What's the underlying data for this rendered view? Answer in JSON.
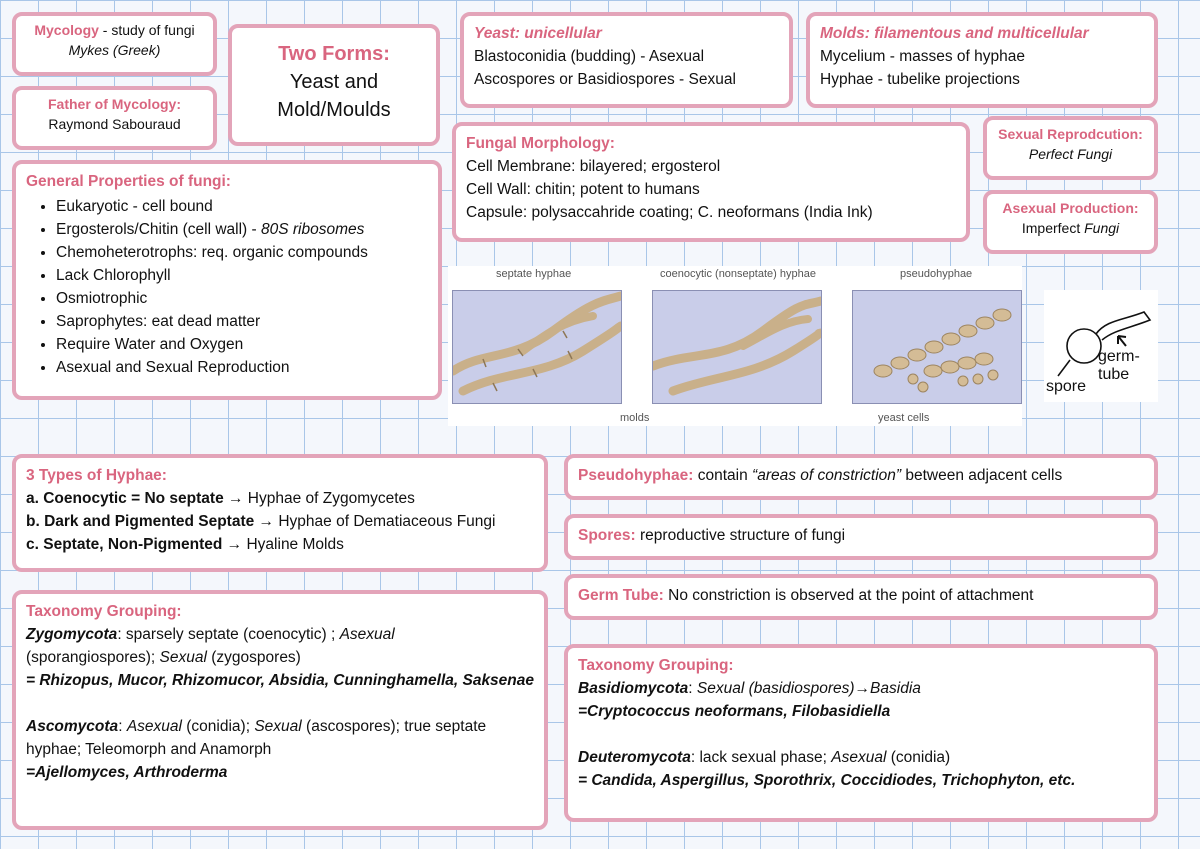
{
  "mycology": {
    "term": "Mycology",
    "dash": " -  study of fungi",
    "origin": "Mykes (Greek)"
  },
  "father": {
    "title": "Father of Mycology:",
    "name": "Raymond Sabouraud"
  },
  "two_forms": {
    "title": "Two Forms:",
    "line1": "Yeast and",
    "line2": "Mold/Moulds"
  },
  "general": {
    "title": "General Properties of fungi:",
    "items": [
      "Eukaryotic - cell bound",
      "Ergosterols/Chitin (cell wall) - ",
      "Chemoheterotrophs: req. organic compounds",
      "Lack Chlorophyll",
      "Osmiotrophic",
      "Saprophytes: eat dead matter",
      "Require Water  and Oxygen",
      "Asexual and Sexual Reproduction"
    ],
    "item2_italic": "80S ribosomes"
  },
  "yeast": {
    "title": "Yeast: unicellular",
    "line1": "Blastoconidia (budding) - Asexual",
    "line2": "Ascospores or Basidiospores - Sexual"
  },
  "molds": {
    "title": "Molds: filamentous and multicellular",
    "line1": "Mycelium - masses of hyphae",
    "line2": "Hyphae - tubelike projections"
  },
  "morphology": {
    "title": "Fungal Morphology:",
    "line1": "Cell Membrane: bilayered; ergosterol",
    "line2": "Cell Wall: chitin; potent to humans",
    "line3": "Capsule: polysaccahride coating; C. neoformans (India Ink)"
  },
  "sexual": {
    "title": "Sexual Reprodcution:",
    "value": "Perfect Fungi"
  },
  "asexual": {
    "title": "Asexual Production:",
    "value_plain": "Imperfect ",
    "value_italic": "Fungi"
  },
  "figure": {
    "label1": "septate hyphae",
    "label2": "coenocytic (nonseptate) hyphae",
    "label3": "pseudohyphae",
    "molds_label": "molds",
    "yeast_label": "yeast cells",
    "spore_label": "spore",
    "germ_label": "germ-tube"
  },
  "hyphae_types": {
    "title": "3 Types of Hyphae:",
    "a_bold": "a. Coenocytic = No septate",
    "a_rest": " → Hyphae of Zygomycetes",
    "b_bold": "b. Dark and Pigmented Septate",
    "b_rest": " → Hyphae of Dematiaceous Fungi",
    "c_bold": "c. Septate, Non-Pigmented",
    "c_rest": " → Hyaline Molds"
  },
  "pseudohyphae": {
    "title": "Pseudohyphae:",
    "pre": "  contain ",
    "italic": "“areas of constriction”",
    "post": " between adjacent cells"
  },
  "spores": {
    "title": "Spores:",
    "text": "  reproductive structure of fungi"
  },
  "germ_tube": {
    "title": "Germ Tube:",
    "text": "  No constriction is observed at the point of attachment"
  },
  "taxonomy_left": {
    "title": "Taxonomy Grouping:",
    "zygo_name": "Zygomycota",
    "zygo_t1": ": sparsely septate (coenocytic) ; ",
    "zygo_asex": "Asexual",
    "zygo_t2": "(sporangiospores); ",
    "zygo_sex": "Sexual",
    "zygo_t3": " (zygospores)",
    "zygo_ex": "= Rhizopus, Mucor, Rhizomucor, Absidia, Cunninghamella, Saksenae",
    "asco_name": "Ascomycota",
    "asco_t1": ": ",
    "asco_asex": "Asexual",
    "asco_t2": " (conidia); ",
    "asco_sex": "Sexual",
    "asco_t3": " (ascospores);  true septate",
    "asco_t4": "hyphae; Teleomorph and Anamorph",
    "asco_ex": "=Ajellomyces, Arthroderma"
  },
  "taxonomy_right": {
    "title": "Taxonomy Grouping:",
    "basidio_name": "Basidiomycota",
    "basidio_t1": ": ",
    "basidio_t2": "Sexual (basidiospores)→Basidia",
    "basidio_ex": "=Cryptococcus neoformans, Filobasidiella",
    "deutero_name": "Deuteromycota",
    "deutero_t1": ": lack sexual phase; ",
    "deutero_asex": "Asexual",
    "deutero_t2": " (conidia)",
    "deutero_ex": "= Candida, Aspergillus, Sporothrix, Coccidiodes, Trichophyton, etc."
  }
}
